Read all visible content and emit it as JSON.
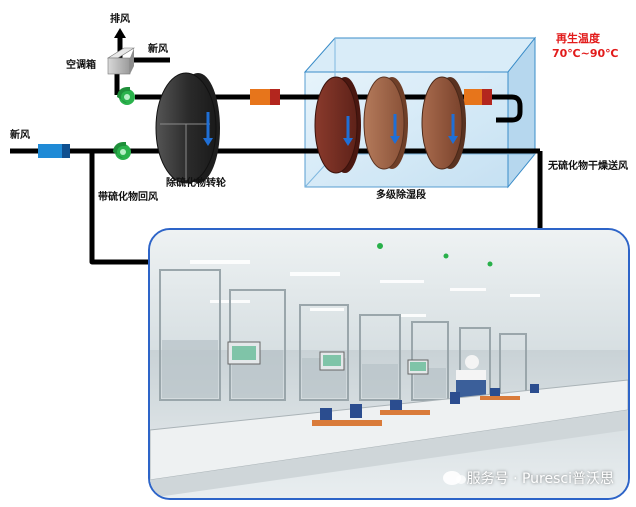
{
  "labels": {
    "exhaust": "排风",
    "fresh_air_top": "新风",
    "air_handler": "空调箱",
    "fresh_air_left": "新风",
    "desulfurize_wheel": "除硫化物转轮",
    "sulfide_return": "带硫化物回风",
    "multi_stage": "多级除湿段",
    "dry_supply": "无硫化物干燥送风",
    "regen_temp_title": "再生温度",
    "regen_temp_range": "70℃~90℃"
  },
  "watermark": {
    "text": "服务号 · Puresci普沃思"
  },
  "colors": {
    "pipe": "#000000",
    "filter_blue": "#1f8ad6",
    "heater_orange": "#e7751b",
    "heater_red": "#b3261e",
    "fan_green": "#2bb24c",
    "wheel_dark": "#2a2a2a",
    "wheel_brown": "#7a2e22",
    "wheel_tan": "#a0684b",
    "box_blue": "#cfe7f7",
    "flow_arrow": "#1f6fd6",
    "photo_border": "#2d64c8",
    "regen_text": "#e21b1b"
  }
}
